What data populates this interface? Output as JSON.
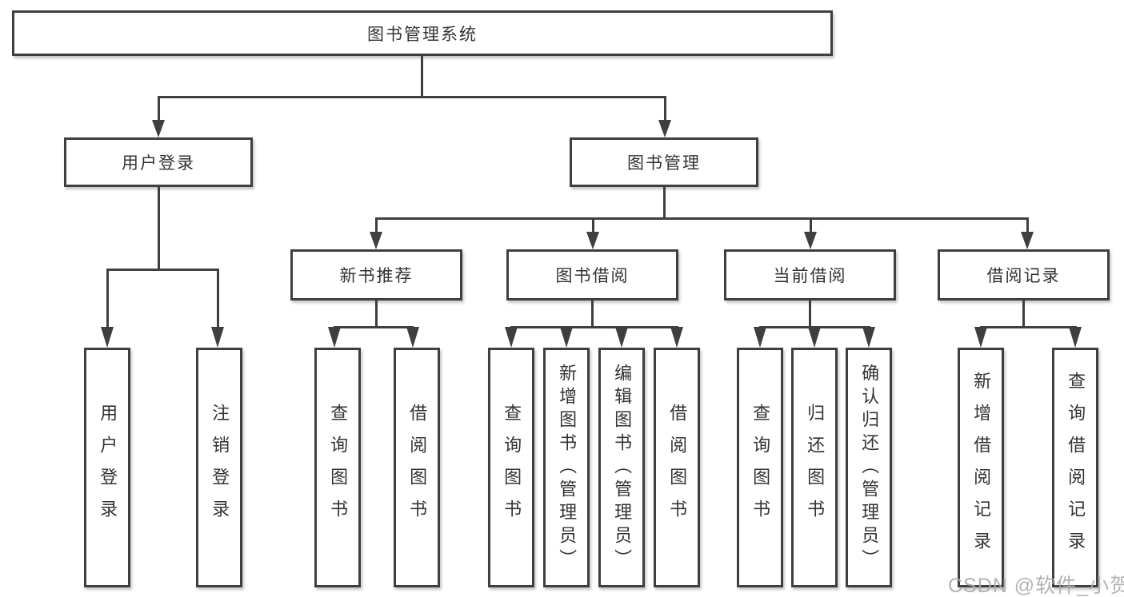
{
  "colors": {
    "line": "#3f3f3f",
    "text": "#333333",
    "background": "#ffffff",
    "watermark": "#ababab"
  },
  "diagram": {
    "root": {
      "label": "图书管理系统"
    },
    "level2": [
      {
        "label": "用户登录",
        "children": [
          "用户登录",
          "注销登录"
        ]
      },
      {
        "label": "图书管理"
      }
    ],
    "level3": [
      {
        "label": "新书推荐",
        "children": [
          "查询图书",
          "借阅图书"
        ]
      },
      {
        "label": "图书借阅",
        "children": [
          "查询图书",
          "新增图书（管理员）",
          "编辑图书（管理员）",
          "借阅图书"
        ]
      },
      {
        "label": "当前借阅",
        "children": [
          "查询图书",
          "归还图书",
          "确认归还（管理员）"
        ]
      },
      {
        "label": "借阅记录",
        "children": [
          "新增借阅记录",
          "查询借阅记录"
        ]
      }
    ],
    "watermark": "CSDN @软件_小贺同学"
  }
}
